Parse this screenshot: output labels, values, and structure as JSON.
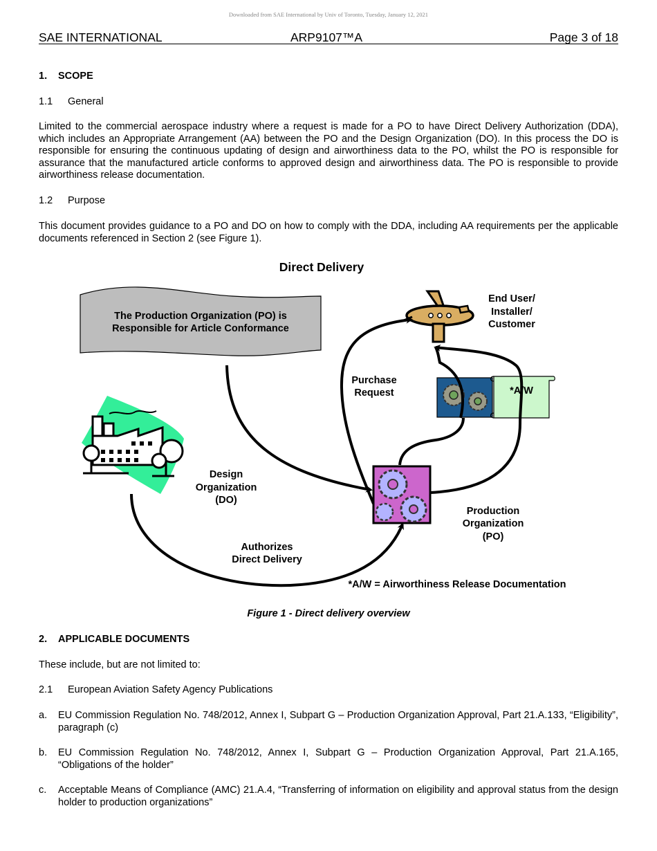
{
  "watermark": "Downloaded from SAE International by Univ of Toronto, Tuesday, January 12, 2021",
  "header": {
    "left": "SAE INTERNATIONAL",
    "center": "ARP9107™A",
    "right": "Page 3 of 18"
  },
  "section1": {
    "number": "1.",
    "title": "SCOPE",
    "sub1": {
      "number": "1.1",
      "title": "General",
      "text": "Limited to the commercial aerospace industry where a request is made for a PO to have Direct Delivery Authorization (DDA), which includes an Appropriate Arrangement (AA) between the PO and the Design Organization (DO). In this process the DO is responsible for ensuring the continuous updating of design and airworthiness data to the PO, whilst the PO is responsible for assurance that the manufactured article conforms to approved design and airworthiness data. The PO is responsible to provide airworthiness release documentation."
    },
    "sub2": {
      "number": "1.2",
      "title": "Purpose",
      "text": "This document provides guidance to a PO and DO on how to comply with the DDA, including AA requirements per the applicable documents referenced in Section 2 (see Figure 1)."
    }
  },
  "figure": {
    "title": "Direct Delivery",
    "banner": [
      "The Production Organization (PO) is",
      "Responsible for Article Conformance"
    ],
    "end_user": [
      "End User/",
      "Installer/",
      "Customer"
    ],
    "purchase_request": [
      "Purchase",
      "Request"
    ],
    "aw_label": "*A/W",
    "design_org": [
      "Design",
      "Organization",
      "(DO)"
    ],
    "production_org": [
      "Production",
      "Organization",
      "(PO)"
    ],
    "authorizes": [
      "Authorizes",
      "Direct Delivery"
    ],
    "footnote": "*A/W = Airworthiness Release Documentation",
    "caption": "Figure 1 - Direct delivery overview",
    "colors": {
      "banner_fill": "#bdbdbd",
      "airplane": "#d9ad62",
      "gear_box": "#1d5a8f",
      "doc_fill": "#ccf7cc",
      "factory_green": "#33ee99",
      "po_gears": "#cc66cc",
      "po_gears_light": "#b3b3ff"
    },
    "icons": [
      "airplane-icon",
      "gears-icon",
      "document-scroll-icon",
      "factory-icon",
      "production-gears-icon"
    ]
  },
  "section2": {
    "number": "2.",
    "title": "APPLICABLE DOCUMENTS",
    "intro": "These include, but are not limited to:",
    "sub1": {
      "number": "2.1",
      "title": "European Aviation Safety Agency Publications"
    },
    "items": [
      {
        "label": "a.",
        "text": "EU Commission Regulation No. 748/2012, Annex I, Subpart G – Production Organization Approval, Part 21.A.133, “Eligibility”, paragraph (c)"
      },
      {
        "label": "b.",
        "text": "EU Commission Regulation No. 748/2012, Annex I, Subpart G – Production Organization Approval, Part 21.A.165, “Obligations of the holder”"
      },
      {
        "label": "c.",
        "text": "Acceptable Means of Compliance (AMC) 21.A.4, “Transferring of information on eligibility and approval status from the design holder to production organizations”"
      }
    ]
  }
}
